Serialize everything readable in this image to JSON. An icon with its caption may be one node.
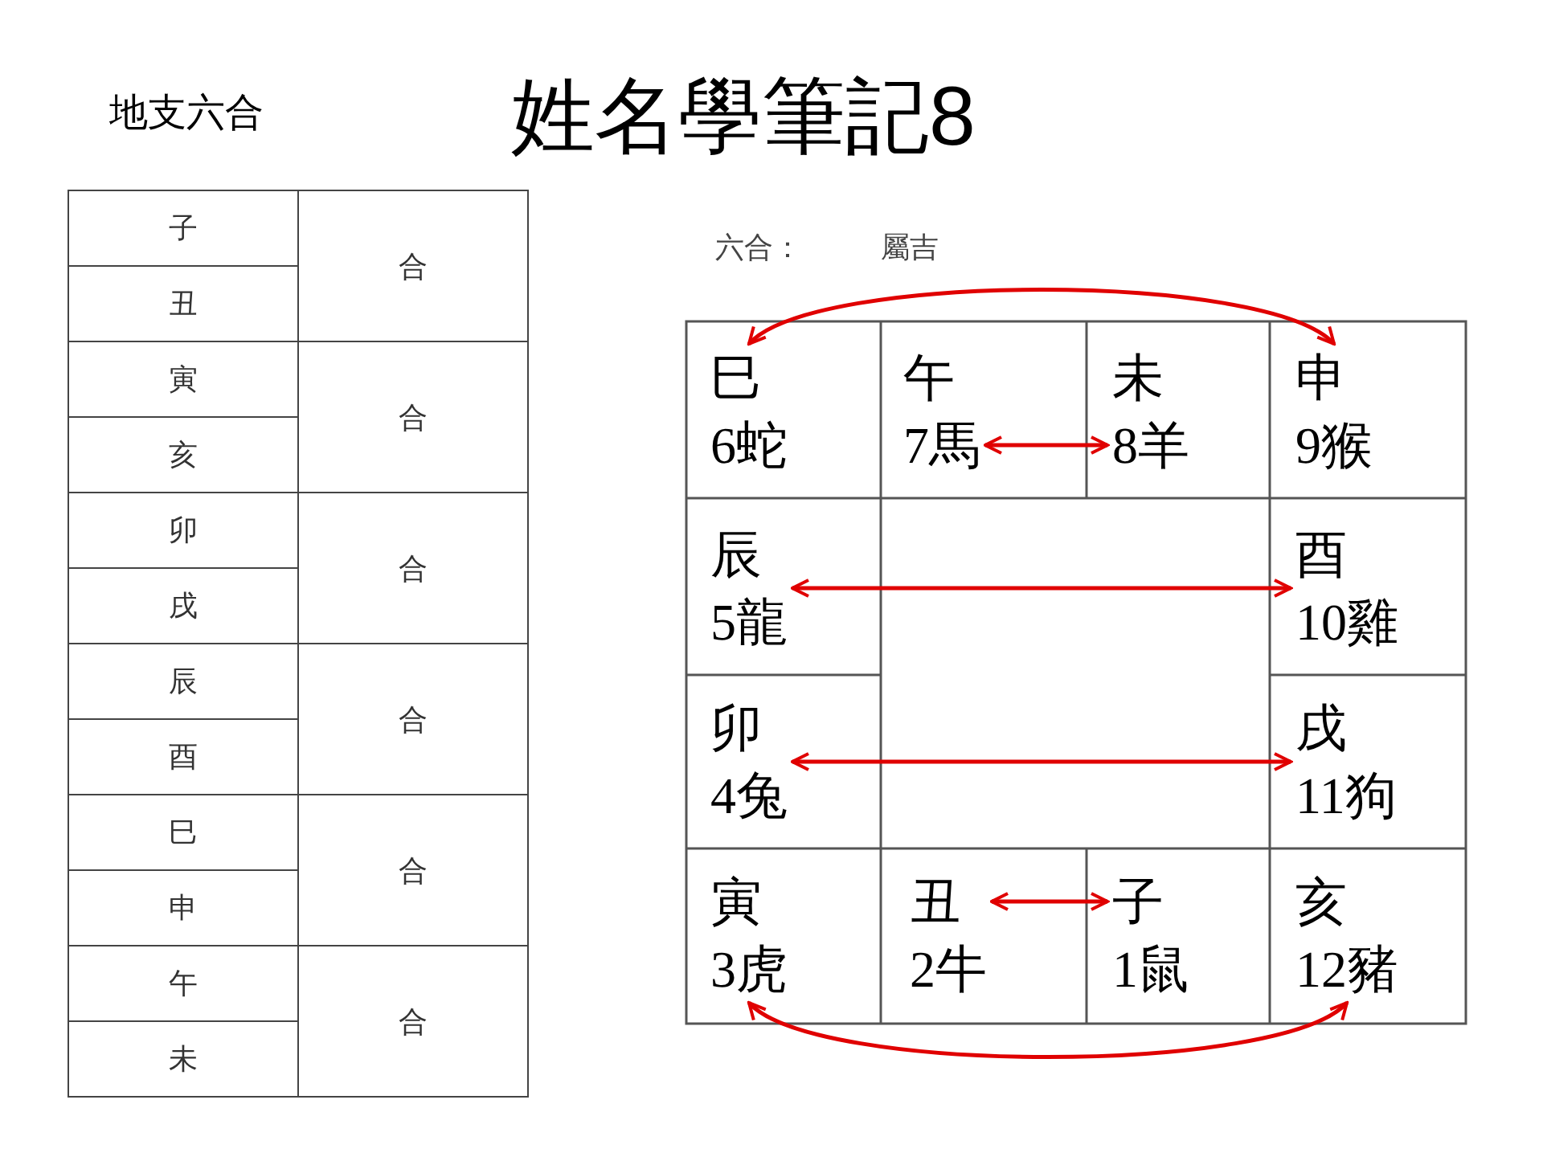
{
  "diagram": {
    "title": "姓名學筆記8",
    "nodes": [
      {
        "text": [
          "巳",
          "6蛇"
        ]
      },
      {
        "text": [
          "午",
          "7馬"
        ]
      },
      {
        "text": [
          "未",
          "8羊"
        ]
      },
      {
        "text": [
          "申",
          "9猴"
        ]
      },
      {
        "text": [
          "辰",
          "5龍"
        ]
      },
      {
        "text": [
          "酉",
          "10雞"
        ]
      },
      {
        "text": [
          "卯",
          "4兔"
        ]
      },
      {
        "text": [
          "戌",
          "11狗"
        ]
      },
      {
        "text": [
          "寅",
          "3虎"
        ]
      },
      {
        "text": [
          "丑",
          "2牛"
        ]
      },
      {
        "text": [
          "子",
          "1鼠"
        ]
      },
      {
        "text": [
          "亥",
          "12豬"
        ]
      }
    ],
    "edges": [
      {
        "from": 0,
        "to": 3,
        "arrow": "both"
      },
      {
        "from": 1,
        "to": 2,
        "arrow": "both"
      },
      {
        "from": 4,
        "to": 5,
        "arrow": "both"
      },
      {
        "from": 6,
        "to": 7,
        "arrow": "both"
      },
      {
        "from": 9,
        "to": 10,
        "arrow": "both"
      },
      {
        "from": 8,
        "to": 11,
        "arrow": "both"
      }
    ],
    "labels": [
      "地支六合",
      "子",
      "合",
      "丑",
      "寅",
      "合",
      "亥",
      "卯",
      "合",
      "戌",
      "辰",
      "合",
      "酉",
      "巳",
      "合",
      "申",
      "午",
      "合",
      "未",
      "六合：",
      "屬吉"
    ]
  }
}
